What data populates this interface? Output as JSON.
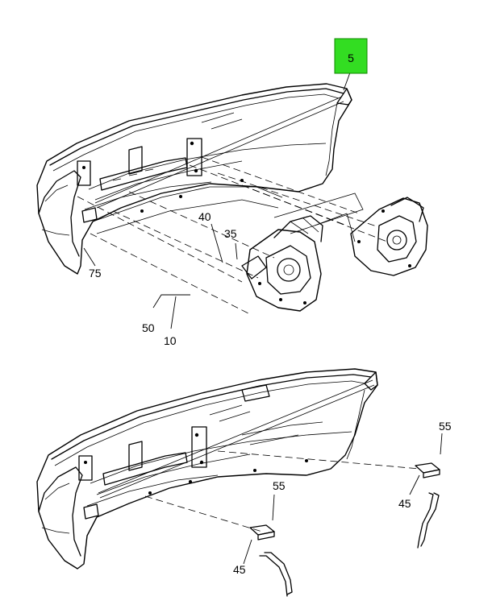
{
  "callouts": {
    "highlight": "5",
    "c75": "75",
    "c40": "40",
    "c35": "35",
    "c50": "50",
    "c10": "10",
    "c55_right": "55",
    "c45_right": "45",
    "c55_center": "55",
    "c45_center": "45"
  },
  "colors": {
    "highlight_fill": "#33dd22",
    "highlight_stroke": "#118800",
    "line": "#000000",
    "background": "#ffffff"
  }
}
